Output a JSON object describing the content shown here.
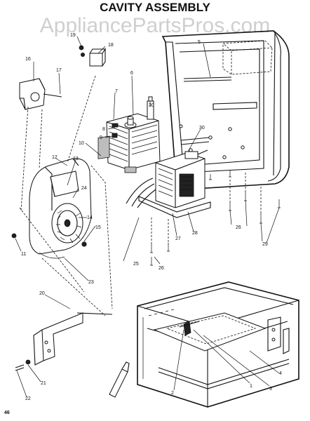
{
  "title": "CAVITY ASSEMBLY",
  "watermark": "AppliancePartsPros.com",
  "page_number": "46",
  "callouts": [
    "1",
    "2",
    "3",
    "4",
    "5",
    "6",
    "7",
    "8",
    "9",
    "10",
    "11",
    "12",
    "13",
    "14",
    "15",
    "16",
    "17",
    "18",
    "19",
    "20",
    "21",
    "22",
    "23",
    "24",
    "25",
    "26",
    "27",
    "28",
    "29",
    "30"
  ]
}
